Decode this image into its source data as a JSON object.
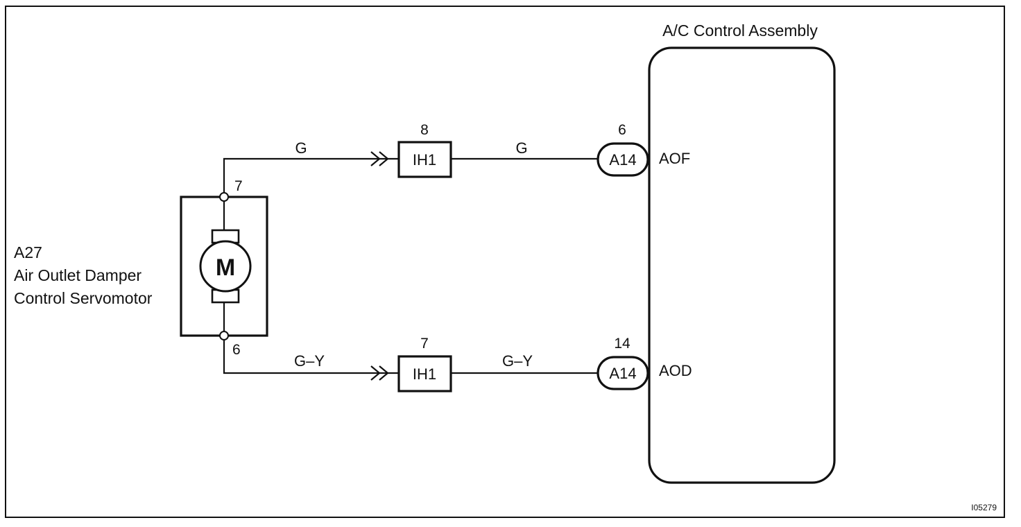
{
  "component_a27": {
    "code": "A27",
    "name_line1": "Air Outlet Damper",
    "name_line2": "Control Servomotor",
    "motor_symbol": "M",
    "pin_top": "7",
    "pin_bottom": "6"
  },
  "ac_control": {
    "title": "A/C Control Assembly",
    "terminal_aof": "AOF",
    "terminal_aod": "AOD"
  },
  "wire_top": {
    "color_left": "G",
    "junction_pin": "8",
    "junction_label": "IH1",
    "color_right": "G",
    "connector_pin": "6",
    "connector_label": "A14"
  },
  "wire_bottom": {
    "color_left": "G–Y",
    "junction_pin": "7",
    "junction_label": "IH1",
    "color_right": "G–Y",
    "connector_pin": "14",
    "connector_label": "A14"
  },
  "figure_code": "I05279"
}
